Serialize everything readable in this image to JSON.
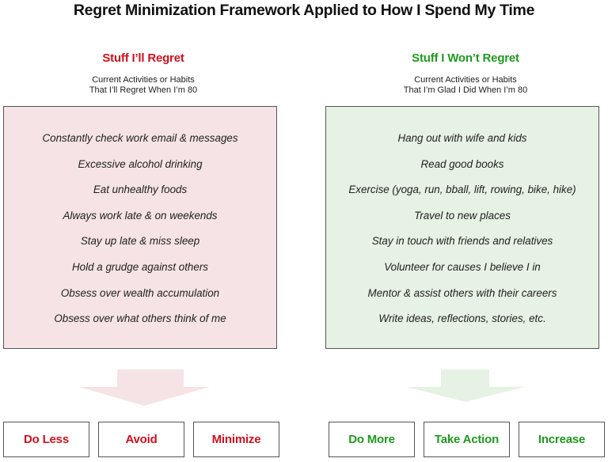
{
  "title": "Regret Minimization Framework Applied to How I Spend My Time",
  "colors": {
    "regret_red": "#d0101c",
    "no_regret_green": "#1e9a1e",
    "regret_panel_bg": "#f6e3e5",
    "no_regret_panel_bg": "#e6f2e3",
    "regret_arrow": "#f6e3e5",
    "no_regret_arrow": "#e6f2e3",
    "border": "#555555"
  },
  "regret": {
    "heading": "Stuff I’ll Regret",
    "subtitle_line1": "Current Activities or Habits",
    "subtitle_line2": "That I’ll Regret When I’m 80",
    "items": [
      "Constantly check work email & messages",
      "Excessive alcohol drinking",
      "Eat unhealthy foods",
      "Always work late & on weekends",
      "Stay up late & miss sleep",
      "Hold a grudge against others",
      "Obsess over wealth accumulation",
      "Obsess over what others think of me"
    ],
    "actions": [
      "Do Less",
      "Avoid",
      "Minimize"
    ]
  },
  "no_regret": {
    "heading": "Stuff I Won’t Regret",
    "subtitle_line1": "Current Activities or Habits",
    "subtitle_line2": "That I’m Glad I Did When I’m 80",
    "items": [
      "Hang out with wife and kids",
      "Read good books",
      "Exercise (yoga, run, bball, lift, rowing, bike, hike)",
      "Travel to new places",
      "Stay in touch with friends and relatives",
      "Volunteer for causes I believe I in",
      "Mentor & assist others with their careers",
      "Write ideas, reflections, stories, etc."
    ],
    "actions": [
      "Do More",
      "Take Action",
      "Increase"
    ]
  }
}
